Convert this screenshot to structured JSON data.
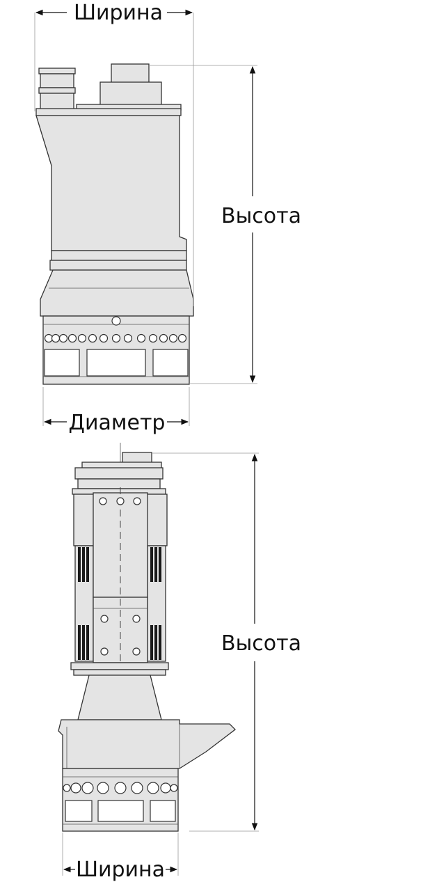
{
  "diagram": {
    "top_view": {
      "width_label": "Ширина",
      "height_label": "Высота",
      "diameter_label": "Диаметр"
    },
    "bottom_view": {
      "height_label": "Высота",
      "width_label": "Ширина"
    }
  }
}
